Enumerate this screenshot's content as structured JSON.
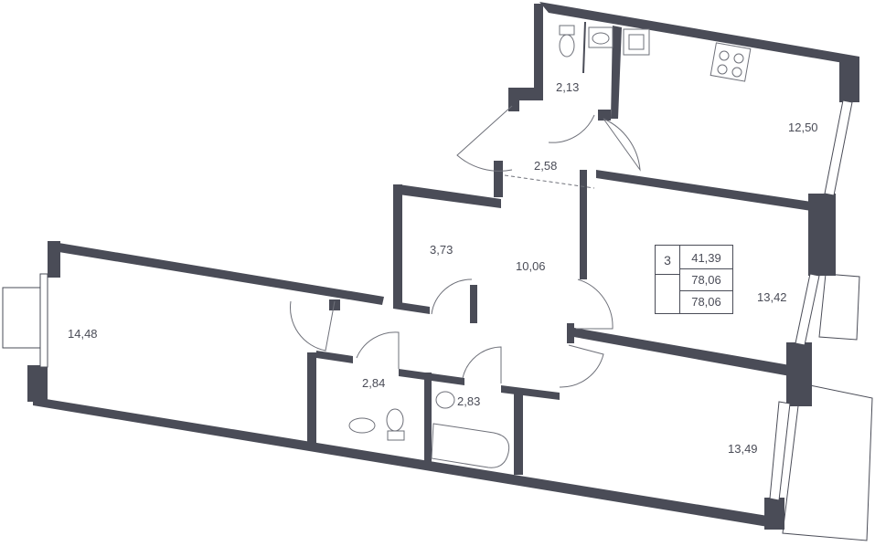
{
  "plan": {
    "rooms_count": "3",
    "living_area": "41,39",
    "total_area": "78,06",
    "total_area_2": "78,06",
    "rooms": [
      {
        "id": "bathroom-top",
        "area": "2,13"
      },
      {
        "id": "kitchen",
        "area": "12,50"
      },
      {
        "id": "hall-entry",
        "area": "2,58"
      },
      {
        "id": "storage",
        "area": "3,73"
      },
      {
        "id": "corridor",
        "area": "10,06"
      },
      {
        "id": "bedroom-right",
        "area": "13,42"
      },
      {
        "id": "living-left",
        "area": "14,48"
      },
      {
        "id": "wc-middle",
        "area": "2,84"
      },
      {
        "id": "bathroom-middle",
        "area": "2,83"
      },
      {
        "id": "bedroom-bottom",
        "area": "13,49"
      }
    ]
  }
}
